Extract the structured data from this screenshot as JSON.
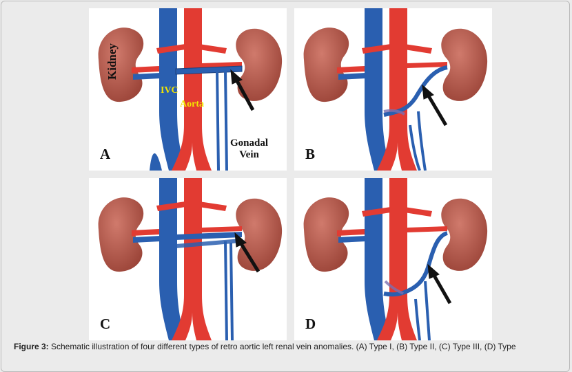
{
  "panels": {
    "a": {
      "letter": "A"
    },
    "b": {
      "letter": "B"
    },
    "c": {
      "letter": "C"
    },
    "d": {
      "letter": "D"
    }
  },
  "labels": {
    "kidney": "Kidney",
    "ivc": "IVC",
    "aorta": "Aorta",
    "gonadal_line1": "Gonadal",
    "gonadal_line2": "Vein"
  },
  "caption": {
    "figure": "Figure 3:",
    "text": " Schematic illustration of four different types of retro aortic left renal vein anomalies. (A) Type I, (B) Type II, (C) Type III, (D) Type"
  },
  "colors": {
    "background": "#ebebeb",
    "kidney": "#b5574a",
    "ivc": "#2a5fb0",
    "aorta": "#e23b32",
    "label_yellow": "#f3e600",
    "arrow": "#111111"
  }
}
